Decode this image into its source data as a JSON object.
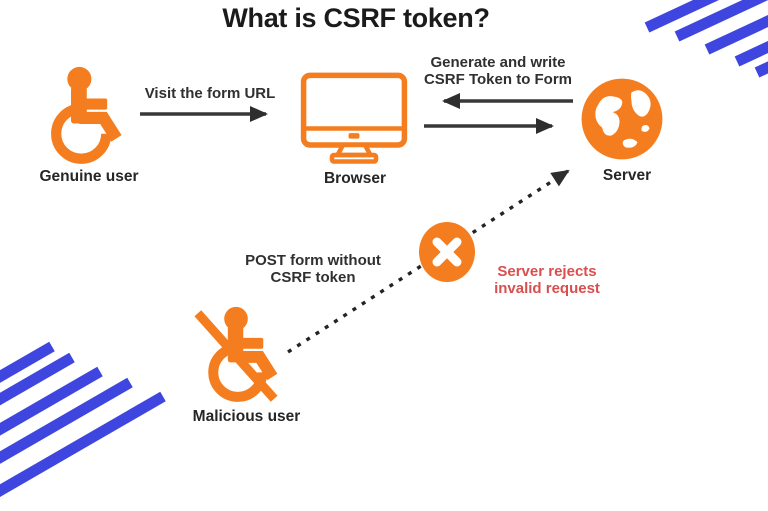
{
  "title": "What is CSRF token?",
  "labels": {
    "genuine_user": "Genuine user",
    "browser": "Browser",
    "server": "Server",
    "malicious_user": "Malicious user"
  },
  "edges": {
    "visit": "Visit the form URL",
    "generate_line1": "Generate and write",
    "generate_line2": "CSRF Token to Form",
    "post_line1": "POST form without",
    "post_line2": "CSRF token",
    "reject_line1": "Server rejects",
    "reject_line2": "invalid request"
  },
  "colors": {
    "orange": "#F47D1F",
    "blue": "#3F46E0",
    "red": "#D94F4F",
    "arrow_dark": "#2E2E2E",
    "text_dark": "#303030",
    "title_dark": "#1B1B1B"
  }
}
